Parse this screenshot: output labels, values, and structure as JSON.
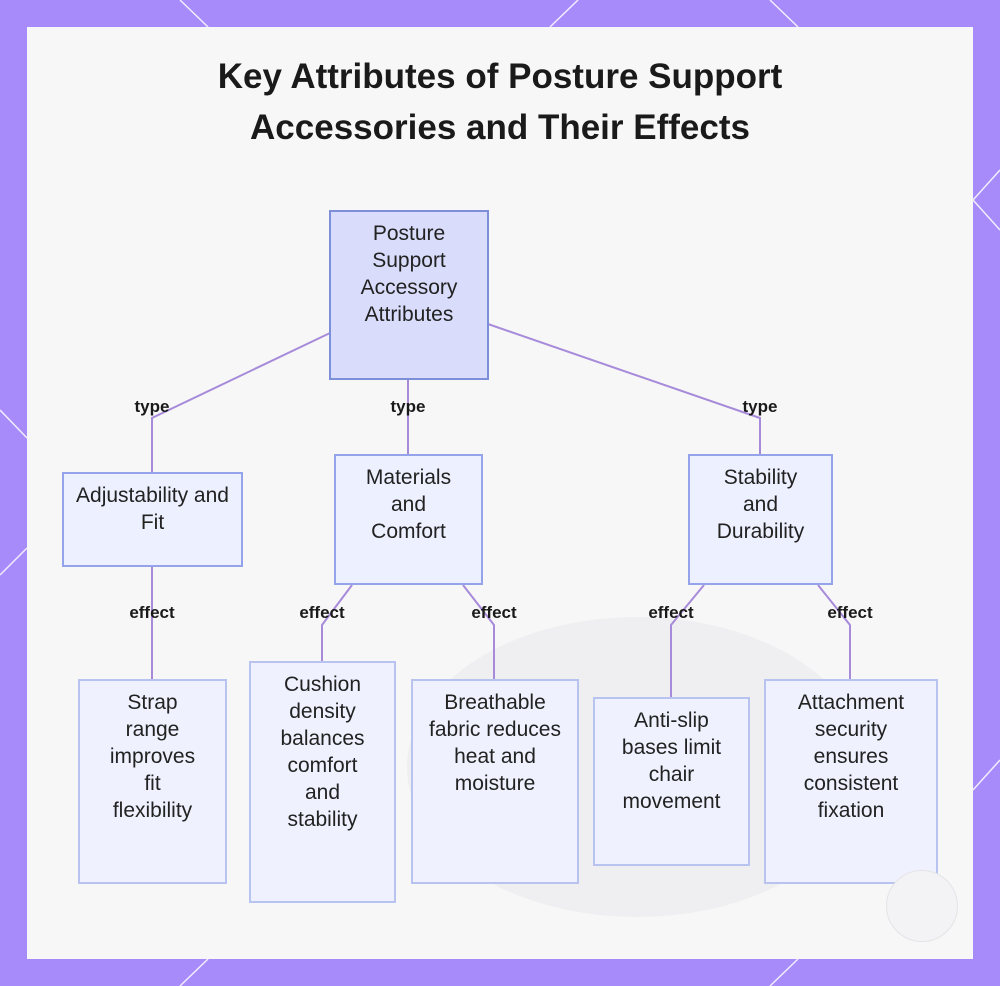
{
  "title": {
    "line1": "Key Attributes of Posture Support",
    "line2": "Accessories and Their Effects"
  },
  "nodes": {
    "root": "Posture Support Accessory Attributes",
    "adjustability": "Adjustability and Fit",
    "materials": "Materials and Comfort",
    "stability": "Stability and Durability",
    "strap": "Strap range improves fit flexibility",
    "cushion": "Cushion density balances comfort and stability",
    "breathable": "Breathable fabric reduces heat and moisture",
    "antislip": "Anti-slip bases limit chair movement",
    "attachment": "Attachment security ensures consistent fixation"
  },
  "edges": {
    "type_label": "type",
    "effect_label": "effect"
  },
  "colors": {
    "frame": "#a78bfa",
    "edge": "#a78bda",
    "node_border": "#95a4ea",
    "node_fill": "#edf0fe",
    "root_fill": "#d9dcfb"
  }
}
